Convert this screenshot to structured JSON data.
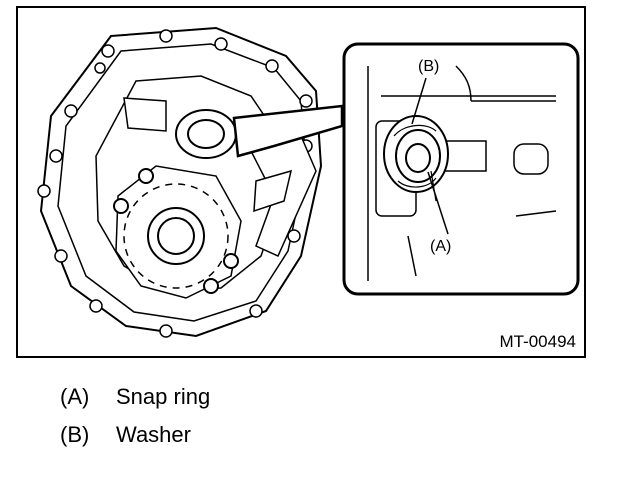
{
  "figure": {
    "code": "MT-00494",
    "callouts": {
      "b": "(B)",
      "a": "(A)"
    }
  },
  "legend": [
    {
      "key": "(A)",
      "text": "Snap ring"
    },
    {
      "key": "(B)",
      "text": "Washer"
    }
  ]
}
